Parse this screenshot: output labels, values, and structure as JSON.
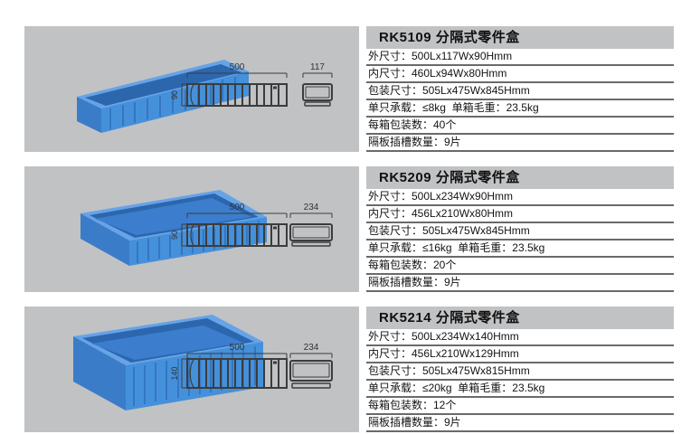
{
  "colors": {
    "panel_bg": "#c1c2c4",
    "rule_color": "#6a6a6a",
    "bin_blue": "#4590da",
    "bin_blue_dark": "#2c67ae",
    "bin_blue_light": "#66a3e8",
    "drawing_line": "#3c3c3c",
    "text_color": "#141414"
  },
  "products": [
    {
      "title": "RK5109 分隔式零件盒",
      "drawing": {
        "length": "500",
        "height": "90",
        "width": "117"
      },
      "specs": [
        "外尺寸：500Lx117Wx90Hmm",
        "内尺寸：460Lx94Wx80Hmm",
        "包装尺寸：505Lx475Wx845Hmm",
        "单只承载：≤8kg  单箱毛重：23.5kg",
        "每箱包装数：40个",
        "隔板插槽数量：9片"
      ]
    },
    {
      "title": "RK5209 分隔式零件盒",
      "drawing": {
        "length": "500",
        "height": "90",
        "width": "234"
      },
      "specs": [
        "外尺寸：500Lx234Wx90Hmm",
        "内尺寸：456Lx210Wx80Hmm",
        "包装尺寸：505Lx475Wx845Hmm",
        "单只承载：≤16kg  单箱毛重：23.5kg",
        "每箱包装数：20个",
        "隔板插槽数量：9片"
      ]
    },
    {
      "title": "RK5214 分隔式零件盒",
      "drawing": {
        "length": "500",
        "height": "140",
        "width": "234"
      },
      "specs": [
        "外尺寸：500Lx234Wx140Hmm",
        "内尺寸：456Lx210Wx129Hmm",
        "包装尺寸：505Lx475Wx815Hmm",
        "单只承载：≤20kg  单箱毛重：23.5kg",
        "每箱包装数：12个",
        "隔板插槽数量：9片"
      ]
    }
  ]
}
